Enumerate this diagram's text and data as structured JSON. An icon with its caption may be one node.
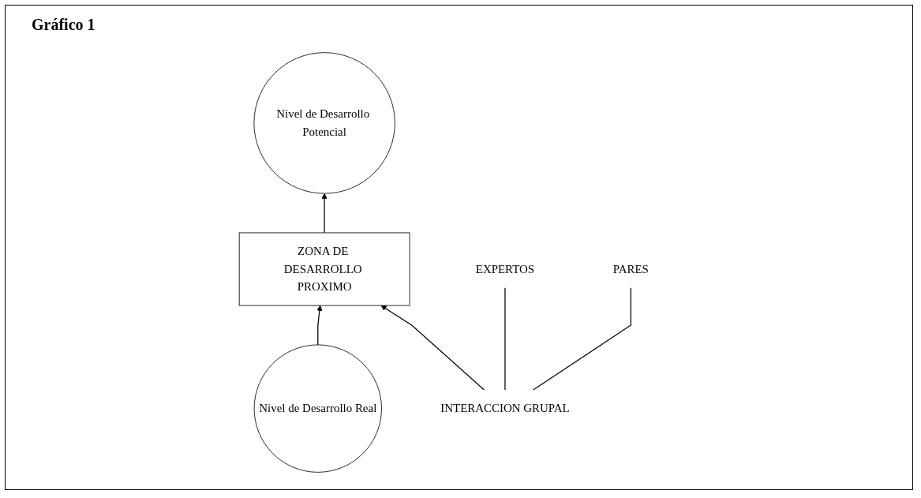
{
  "diagram": {
    "title": "Gráfico 1",
    "nodes": [
      {
        "text": [
          "Nivel de Desarrollo Potencial"
        ]
      },
      {
        "text": [
          "INTERACCION GRUPAL"
        ]
      },
      {
        "text": [
          "ZONA DE DESARROLLO PROXIMO"
        ]
      },
      {
        "text": [
          "EXPERTOS"
        ]
      },
      {
        "text": [
          "PARES"
        ]
      },
      {
        "text": [
          "Nivel de Desarrollo Real"
        ]
      }
    ],
    "edges": [
      {
        "from": 1,
        "to": 2,
        "arrow": "to"
      },
      {
        "from": 1,
        "to": 3,
        "arrow": "none"
      },
      {
        "from": 1,
        "to": 4,
        "arrow": "none"
      },
      {
        "from": 2,
        "to": 0,
        "arrow": "to"
      },
      {
        "from": 5,
        "to": 2,
        "arrow": "to"
      }
    ]
  }
}
